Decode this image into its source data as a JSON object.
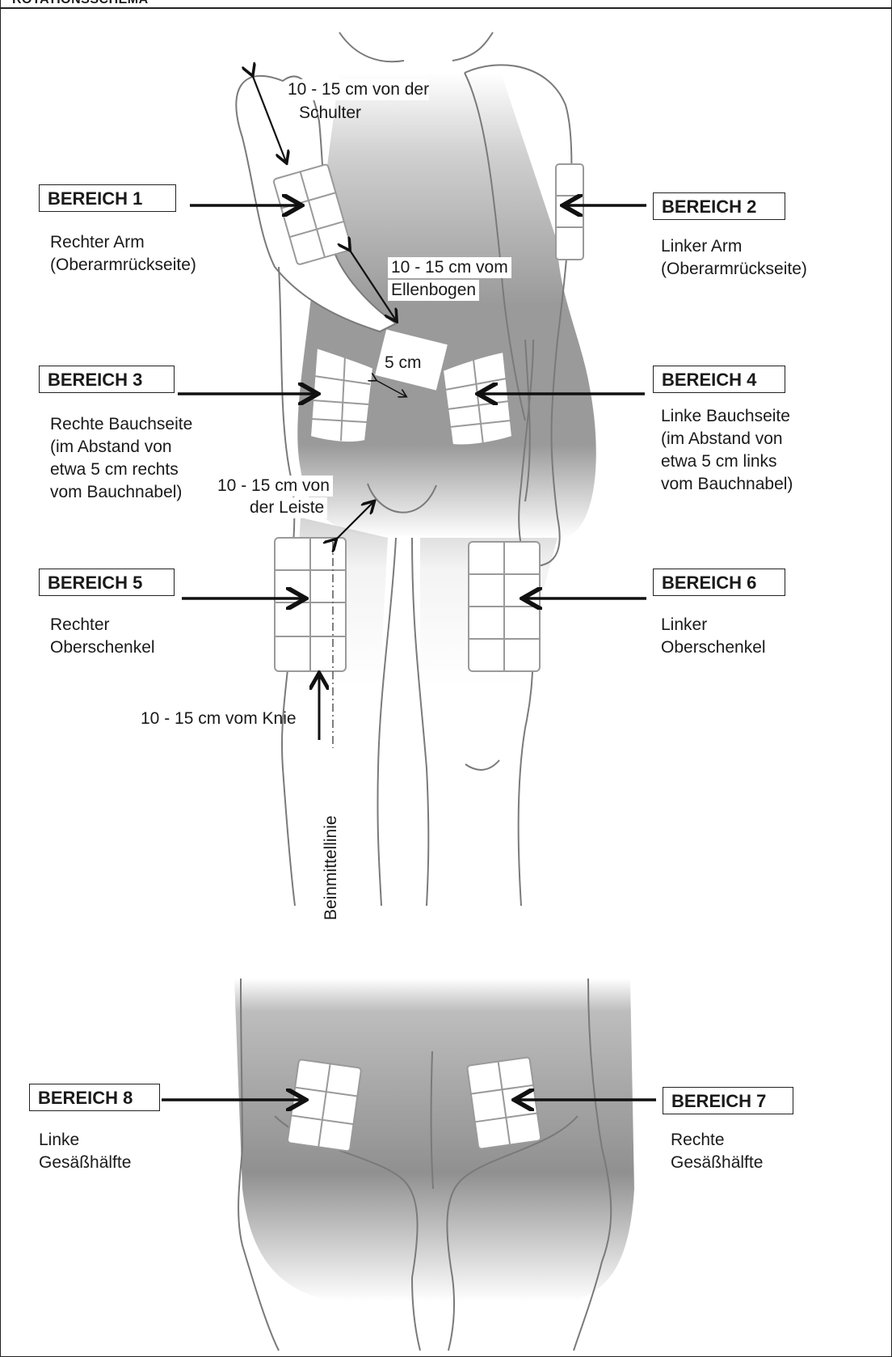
{
  "header": {
    "title": "ROTATIONSSCHEMA"
  },
  "colors": {
    "skin_shade": "#8f8f8f",
    "outline": "#7a7a7a",
    "arrow": "#111111",
    "zone": "#ffffff"
  },
  "regions": [
    {
      "label": "BEREICH 1",
      "description": [
        "Rechter Arm",
        "(Oberarmrückseite)"
      ]
    },
    {
      "label": "BEREICH 2",
      "description": [
        "Linker Arm",
        "(Oberarmrückseite)"
      ]
    },
    {
      "label": "BEREICH 3",
      "description": [
        "Rechte Bauchseite",
        "(im Abstand von",
        "etwa 5 cm rechts",
        "vom Bauchnabel)"
      ]
    },
    {
      "label": "BEREICH 4",
      "description": [
        "Linke Bauchseite",
        "(im Abstand von",
        "etwa 5 cm links",
        "vom Bauchnabel)"
      ]
    },
    {
      "label": "BEREICH 5",
      "description": [
        "Rechter",
        "Oberschenkel"
      ]
    },
    {
      "label": "BEREICH 6",
      "description": [
        "Linker",
        "Oberschenkel"
      ]
    },
    {
      "label": "BEREICH 7",
      "description": [
        "Rechte",
        "Gesäßhälfte"
      ]
    },
    {
      "label": "BEREICH 8",
      "description": [
        "Linke",
        "Gesäßhälfte"
      ]
    }
  ],
  "annotations": {
    "shoulder": [
      "10 - 15 cm von der",
      "Schulter"
    ],
    "elbow": [
      "10 - 15 cm vom",
      "Ellenbogen"
    ],
    "navel": "5 cm",
    "groin": [
      "10 - 15 cm von",
      "der Leiste"
    ],
    "knee": "10 - 15 cm vom Knie",
    "leg_midline": "Beinmittellinie"
  }
}
